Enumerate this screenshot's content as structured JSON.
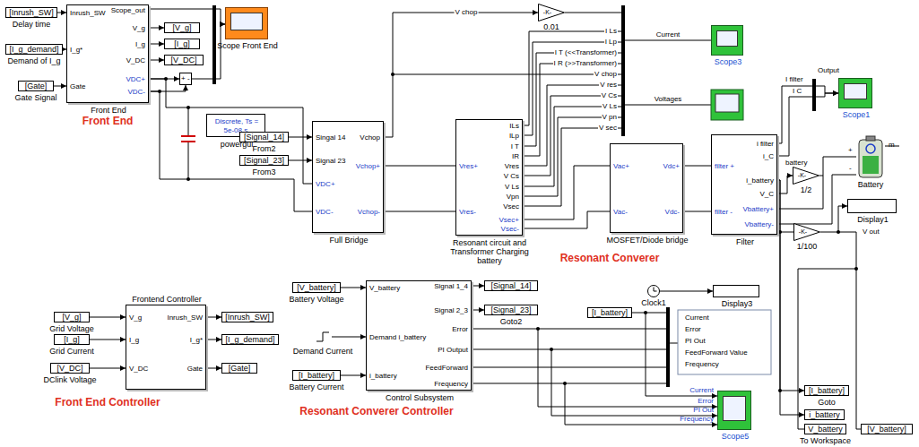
{
  "diagram": {
    "nodes": [
      {
        "text": [
          "[Inrush_SW]",
          "Delay time"
        ]
      },
      {
        "text": [
          "[I_g_demand]",
          "Demand of I_g"
        ]
      },
      {
        "text": [
          "[Gate]",
          "Gate Signal"
        ]
      },
      {
        "text": [
          "Inrush_SW",
          "I_g*",
          "Gate",
          "Scope_out",
          "V_g",
          "I_g",
          "V_DC",
          "VDC+",
          "VDC-",
          "Front End"
        ]
      },
      {
        "text": [
          "[V_g]"
        ]
      },
      {
        "text": [
          "[I_g]"
        ]
      },
      {
        "text": [
          "[V_DC]"
        ]
      },
      {
        "text": [
          "Scope Front End"
        ]
      },
      {
        "text": [
          "+",
          "-"
        ]
      },
      {
        "text": [
          "Discrete, Ts = 5e-08 s.",
          "powergui"
        ]
      },
      {
        "text": [
          "[Signal_14]",
          "From2"
        ]
      },
      {
        "text": [
          "[Signal_23]",
          "From3"
        ]
      },
      {
        "text": [
          "Singal 14",
          "Signal 23",
          "VDC+",
          "VDC-",
          "Vchop",
          "Vchop+",
          "Vchop-",
          "Full Bridge"
        ]
      },
      {
        "text": [
          "Vres+",
          "Vres-",
          "ILs",
          "ILp",
          "I T",
          "IR",
          "Vres",
          "V Cs",
          "V Ls",
          "Vpn",
          "Vsec",
          "Vsec+",
          "Vsec-",
          "Resonant circuit and Transformer Charging battery"
        ]
      },
      {
        "text": [
          "-K-",
          "0.01"
        ]
      },
      {
        "text": [
          "Scope3"
        ]
      },
      {
        "text": [
          "Vac+",
          "Vac-",
          "Vdc+",
          "Vdc-",
          "MOSFET/Diode bridge"
        ]
      },
      {
        "text": [
          "filter +",
          "filter -",
          "i filter",
          "i_C",
          "i_battery",
          "V_C",
          "Vbattery+",
          "Vbattery-",
          "Filter"
        ]
      },
      {
        "text": [
          "Scope1"
        ]
      },
      {
        "text": [
          "Battery"
        ]
      },
      {
        "text": [
          "-K-",
          "1/2"
        ]
      },
      {
        "text": [
          "Display1"
        ]
      },
      {
        "text": [
          "-K-",
          "1/100"
        ]
      },
      {
        "text": [
          "V_g",
          "I_g",
          "V_DC",
          "Inrush_SW",
          "I_g*",
          "Gate",
          "Frontend Controller"
        ]
      },
      {
        "text": [
          "[V_g]",
          "Grid Voltage"
        ]
      },
      {
        "text": [
          "[I_g]",
          "Grid Current"
        ]
      },
      {
        "text": [
          "[V_DC]",
          "DClink Voltage"
        ]
      },
      {
        "text": [
          "[Inrush_SW]"
        ]
      },
      {
        "text": [
          "[I_g_demand]"
        ]
      },
      {
        "text": [
          "[Gate]"
        ]
      },
      {
        "text": [
          "[V_battery]",
          "Battery Voltage"
        ]
      },
      {
        "text": [
          "Demand Current"
        ]
      },
      {
        "text": [
          "[I_battery]",
          "Battery Current"
        ]
      },
      {
        "text": [
          "V_battery",
          "Demand i_battery",
          "i_battery",
          "Signal 1_4",
          "Signal 2_3",
          "Error",
          "PI Output",
          "FeedForward",
          "Frequency",
          "Control Subsystem"
        ]
      },
      {
        "text": [
          "[Signal_14]"
        ]
      },
      {
        "text": [
          "[Signal_23]",
          "Goto2"
        ]
      },
      {
        "text": [
          "[I_battery]"
        ]
      },
      {
        "text": [
          "Clock1"
        ]
      },
      {
        "text": [
          "Display3"
        ]
      },
      {
        "text": [
          "Scope5"
        ]
      },
      {
        "text": [
          "[I_battery]",
          "Goto"
        ]
      },
      {
        "text": [
          "i_battery"
        ]
      },
      {
        "text": [
          "V_battery",
          "To Workspace"
        ]
      },
      {
        "text": [
          "[V_battery]"
        ]
      }
    ],
    "edges": [
      {
        "from": 0,
        "to": 3,
        "arrow": "to"
      },
      {
        "from": 1,
        "to": 3,
        "arrow": "to"
      },
      {
        "from": 2,
        "to": 3,
        "arrow": "to"
      },
      {
        "from": 3,
        "to": 4,
        "arrow": "to"
      },
      {
        "from": 3,
        "to": 5,
        "arrow": "to"
      },
      {
        "from": 3,
        "to": 6,
        "arrow": "to"
      },
      {
        "from": 3,
        "to": 7,
        "arrow": "to"
      },
      {
        "from": 3,
        "to": 8,
        "arrow": "to"
      },
      {
        "from": 3,
        "to": 8,
        "arrow": "to"
      },
      {
        "from": 8,
        "to": 7,
        "arrow": "to"
      },
      {
        "from": 3,
        "to": 12,
        "arrow": "none"
      },
      {
        "from": 3,
        "to": 12,
        "arrow": "none"
      },
      {
        "from": 10,
        "to": 12,
        "arrow": "to"
      },
      {
        "from": 11,
        "to": 12,
        "arrow": "to"
      },
      {
        "from": 12,
        "to": 13,
        "arrow": "none"
      },
      {
        "from": 12,
        "to": 13,
        "arrow": "none"
      },
      {
        "from": 12,
        "to": 14,
        "arrow": "to"
      },
      {
        "from": 13,
        "to": 16,
        "arrow": "none"
      },
      {
        "from": 13,
        "to": 16,
        "arrow": "none"
      },
      {
        "from": 16,
        "to": 17,
        "arrow": "none"
      },
      {
        "from": 16,
        "to": 17,
        "arrow": "none"
      },
      {
        "from": 17,
        "to": 18,
        "arrow": "to"
      },
      {
        "from": 17,
        "to": 18,
        "arrow": "to"
      },
      {
        "from": 17,
        "to": 20,
        "arrow": "to"
      },
      {
        "from": 17,
        "to": 19,
        "arrow": "none"
      },
      {
        "from": 17,
        "to": 19,
        "arrow": "none"
      },
      {
        "from": 22,
        "to": 21,
        "arrow": "to"
      },
      {
        "from": 24,
        "to": 23,
        "arrow": "to"
      },
      {
        "from": 25,
        "to": 23,
        "arrow": "to"
      },
      {
        "from": 26,
        "to": 23,
        "arrow": "to"
      },
      {
        "from": 23,
        "to": 27,
        "arrow": "to"
      },
      {
        "from": 23,
        "to": 28,
        "arrow": "to"
      },
      {
        "from": 23,
        "to": 29,
        "arrow": "to"
      },
      {
        "from": 30,
        "to": 33,
        "arrow": "to"
      },
      {
        "from": 31,
        "to": 33,
        "arrow": "to"
      },
      {
        "from": 32,
        "to": 33,
        "arrow": "to"
      },
      {
        "from": 33,
        "to": 34,
        "arrow": "to"
      },
      {
        "from": 33,
        "to": 35,
        "arrow": "to"
      },
      {
        "from": 33,
        "to": 39,
        "arrow": "to"
      },
      {
        "from": 33,
        "to": 39,
        "arrow": "to"
      },
      {
        "from": 33,
        "to": 39,
        "arrow": "to"
      },
      {
        "from": 36,
        "to": 39,
        "arrow": "to"
      },
      {
        "from": 37,
        "to": 38,
        "arrow": "to"
      },
      {
        "from": 17,
        "to": 40,
        "arrow": "to"
      },
      {
        "from": 17,
        "to": 41,
        "arrow": "to"
      }
    ],
    "labels": [
      "Front End",
      "Front End Controller",
      "Resonant Converer",
      "Resonant Converer Controller",
      "V chop",
      "I Ls",
      "I Lp",
      "I T (<<Transformer)",
      "I R (>>Transformer)",
      "V chop",
      "V res",
      "V Cs",
      "V Ls",
      "V pn",
      "V sec",
      "Current",
      "Voltages",
      "I filter",
      "I C",
      "battery",
      "Output",
      "m",
      "+",
      "-",
      "V out",
      "Current",
      "Error",
      "PI Out",
      "FeedForward Value",
      "Frequency",
      "Current",
      "Error",
      "PI Out",
      "Frequency"
    ]
  }
}
